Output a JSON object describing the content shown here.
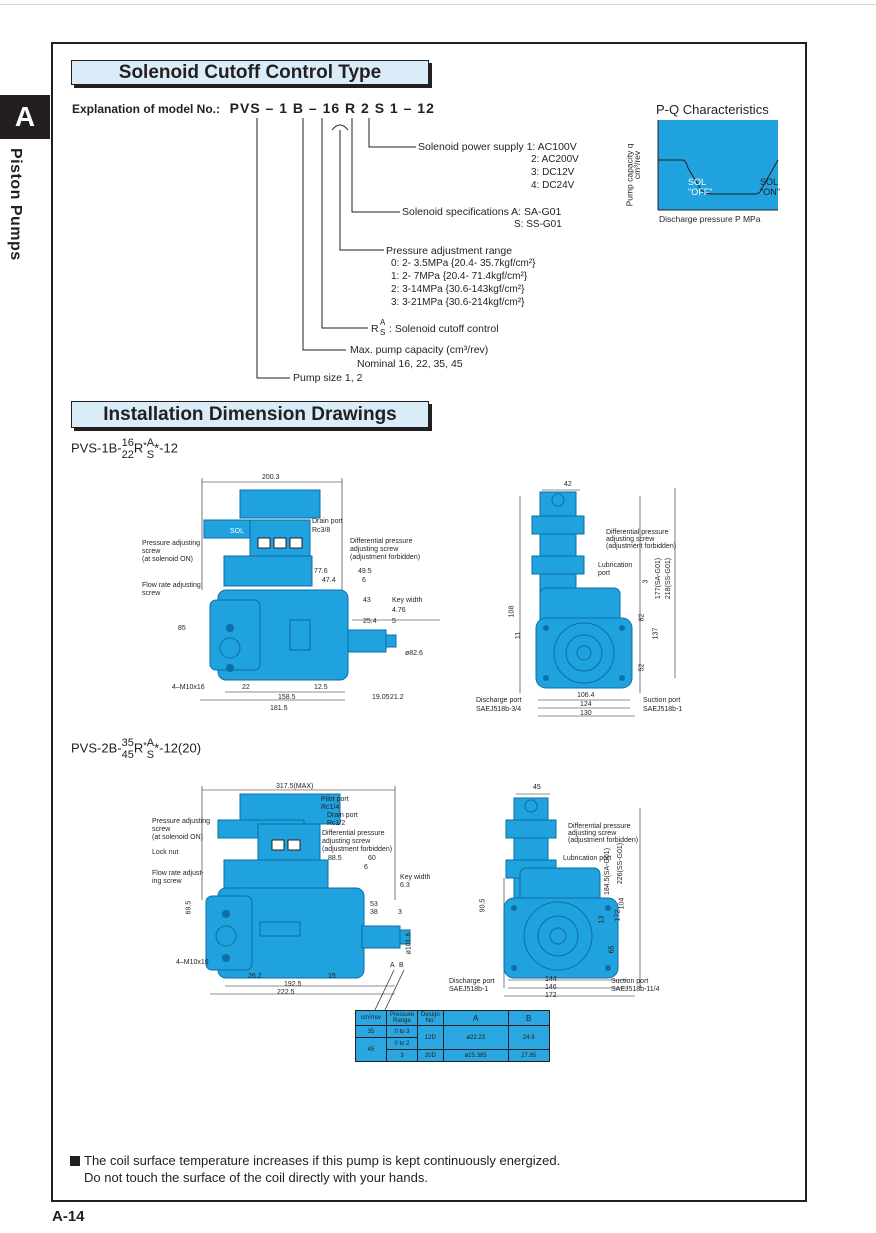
{
  "page": {
    "tab_letter": "A",
    "side_label": "Piston Pumps",
    "page_number": "A-14"
  },
  "section1": {
    "title": "Solenoid Cutoff Control Type",
    "model_label": "Explanation of model No.:",
    "model_code": "PVS – 1 B – 16 R 2 S 1 – 12",
    "power_supply_title": "Solenoid power supply 1: AC100V",
    "power_supply_opts": [
      "2: AC200V",
      "3: DC12V",
      "4: DC24V"
    ],
    "spec_title": "Solenoid specifications A: SA-G01",
    "spec_opt": "S: SS-G01",
    "pressure_title": "Pressure adjustment range",
    "pressure_opts": [
      "0: 2- 3.5MPa {20.4- 35.7kgf/cm²}",
      "1: 2- 7MPa {20.4- 71.4kgf/cm²}",
      "2: 3-14MPa {30.6-143kgf/cm²}",
      "3: 3-21MPa {30.6-214kgf/cm²}"
    ],
    "cutoff_prefix": "R",
    "cutoff_a": "A",
    "cutoff_s": "S",
    "cutoff_text": ": Solenoid cutoff control",
    "capacity_title": "Max. pump capacity (cm³/rev)",
    "capacity_opts": "Nominal 16, 22, 35, 45",
    "size_title": "Pump size 1, 2"
  },
  "pq": {
    "title": "P-Q Characteristics",
    "ylabel_1": "Pump capacity q",
    "ylabel_2": "cm³/rev",
    "xlabel": "Discharge pressure P MPa",
    "off_1": "SOL",
    "off_2": "\"OFF\"",
    "on_1": "SOL",
    "on_2": "\"ON\""
  },
  "section2": {
    "title": "Installation Dimension Drawings",
    "fig1_prefix": "PVS-1B-",
    "fig1_num_top": "16",
    "fig1_num_bot": "22",
    "fig1_r": "R",
    "fig1_sup": "*",
    "fig1_a": "A",
    "fig1_s": "S",
    "fig1_suffix": "*-12",
    "fig2_prefix": "PVS-2B-",
    "fig2_num_top": "35",
    "fig2_num_bot": "45",
    "fig2_r": "R",
    "fig2_sup": "*",
    "fig2_a": "A",
    "fig2_s": "S",
    "fig2_suffix": "*-12(20)"
  },
  "fig1_labels": {
    "w_top": "200.3",
    "drain": "Drain port",
    "drain_size": "Rc3/8",
    "sol": "SOL",
    "press_adj": "Pressure adjusting",
    "press_adj2": "screw",
    "press_adj3": "(at solenoid ON)",
    "diff": "Differential pressure",
    "diff2": "adjusting screw",
    "diff3": "(adjustment forbidden)",
    "flow": "Flow rate adjusting",
    "flow2": "screw",
    "d776": "77.6",
    "d495": "49.5",
    "d474": "47.4",
    "d6": "6",
    "d43": "43",
    "keyw": "Key width",
    "keyv": "4.76",
    "d254": "25.4",
    "d5": "5",
    "d85": "85",
    "m10": "4–M10x16",
    "d22": "22",
    "d125": "12.5",
    "d1585": "158.5",
    "d1815": "181.5",
    "d1905": "19.05",
    "d212": "21.2",
    "d826": "ø82.6",
    "d42": "42",
    "d108": "108",
    "d11": "11",
    "d3": "3",
    "d82": "82",
    "d137": "137",
    "d52": "52",
    "d177": "177(SA-G01)",
    "d218": "218(SS-G01)",
    "lub": "Lubrication",
    "lub2": "port",
    "dis": "Discharge port",
    "dis2": "SAEJ518b-3/4",
    "suc": "Suction port",
    "suc2": "SAEJ518b-1",
    "d1064": "106.4",
    "d124": "124",
    "d130": "130"
  },
  "fig2_labels": {
    "w_top": "317.5(MAX)",
    "pilot": "Pilot port",
    "pilot2": "Rc1/4",
    "drain": "Drain port",
    "drain2": "Rc1/2",
    "press": "Pressure adjusting",
    "press2": "screw",
    "press3": "(at solenoid ON)",
    "diff": "Differential pressure",
    "diff2": "adjusting screw",
    "diff3": "(adjustment forbidden)",
    "lock": "Lock nut",
    "flow": "Flow rate adjust-",
    "flow2": "ing screw",
    "d885": "88.5",
    "d60": "60",
    "d6": "6",
    "keyw": "Key width",
    "keyv": "6.3",
    "d53": "53",
    "d38": "38",
    "d3": "3",
    "d695": "69.5",
    "m10": "4–M10x16",
    "d262": "26.2",
    "d15": "15",
    "d1925": "192.5",
    "d2225": "222.5",
    "dA": "A",
    "dB": "B",
    "d1016": "ø101.6",
    "d45": "45",
    "lub": "Lubrication port",
    "d1845": "184.5(SA-G01)",
    "d226": "226(SS-G01)",
    "d905": "90.5",
    "d104": "104",
    "d172v": "172",
    "d13": "13",
    "d65": "65",
    "dis": "Discharge port",
    "dis2": "SAEJ518b-1",
    "suc": "Suction port",
    "suc2": "SAEJ518b-11/4",
    "d144": "144",
    "d146": "146",
    "d172": "172"
  },
  "spec_table": {
    "headers": [
      "cm³/rev",
      "Pressure Range",
      "Design No.",
      "A",
      "B"
    ],
    "rows": [
      [
        "35",
        "0 to 3",
        "12D",
        "ø22.23",
        "24.9"
      ],
      [
        "",
        "0 to 2",
        "",
        "",
        ""
      ],
      [
        "45",
        "3",
        "20D",
        "ø25.385",
        "27.85"
      ]
    ]
  },
  "note": {
    "line1": "The coil surface temperature increases if this pump is kept continuously energized.",
    "line2": "Do not touch the surface of the coil directly with your hands."
  },
  "colors": {
    "pump_blue": "#1fa2dd",
    "pump_dark": "#0e6fa5",
    "header_fill": "#d9ecf7",
    "ink": "#231f20"
  }
}
